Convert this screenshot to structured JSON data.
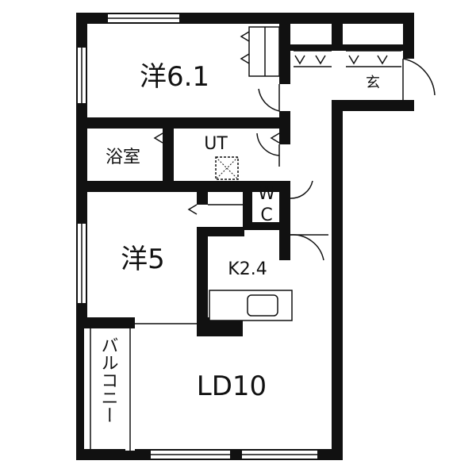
{
  "rooms": {
    "western1": "洋6.1",
    "entrance": "玄",
    "bathroom": "浴室",
    "utility": "UT",
    "wc_top": "W",
    "wc_bottom": "C",
    "western2": "洋5",
    "kitchen": "K2.4",
    "living_dining": "LD10",
    "balcony": "バルコニー"
  }
}
